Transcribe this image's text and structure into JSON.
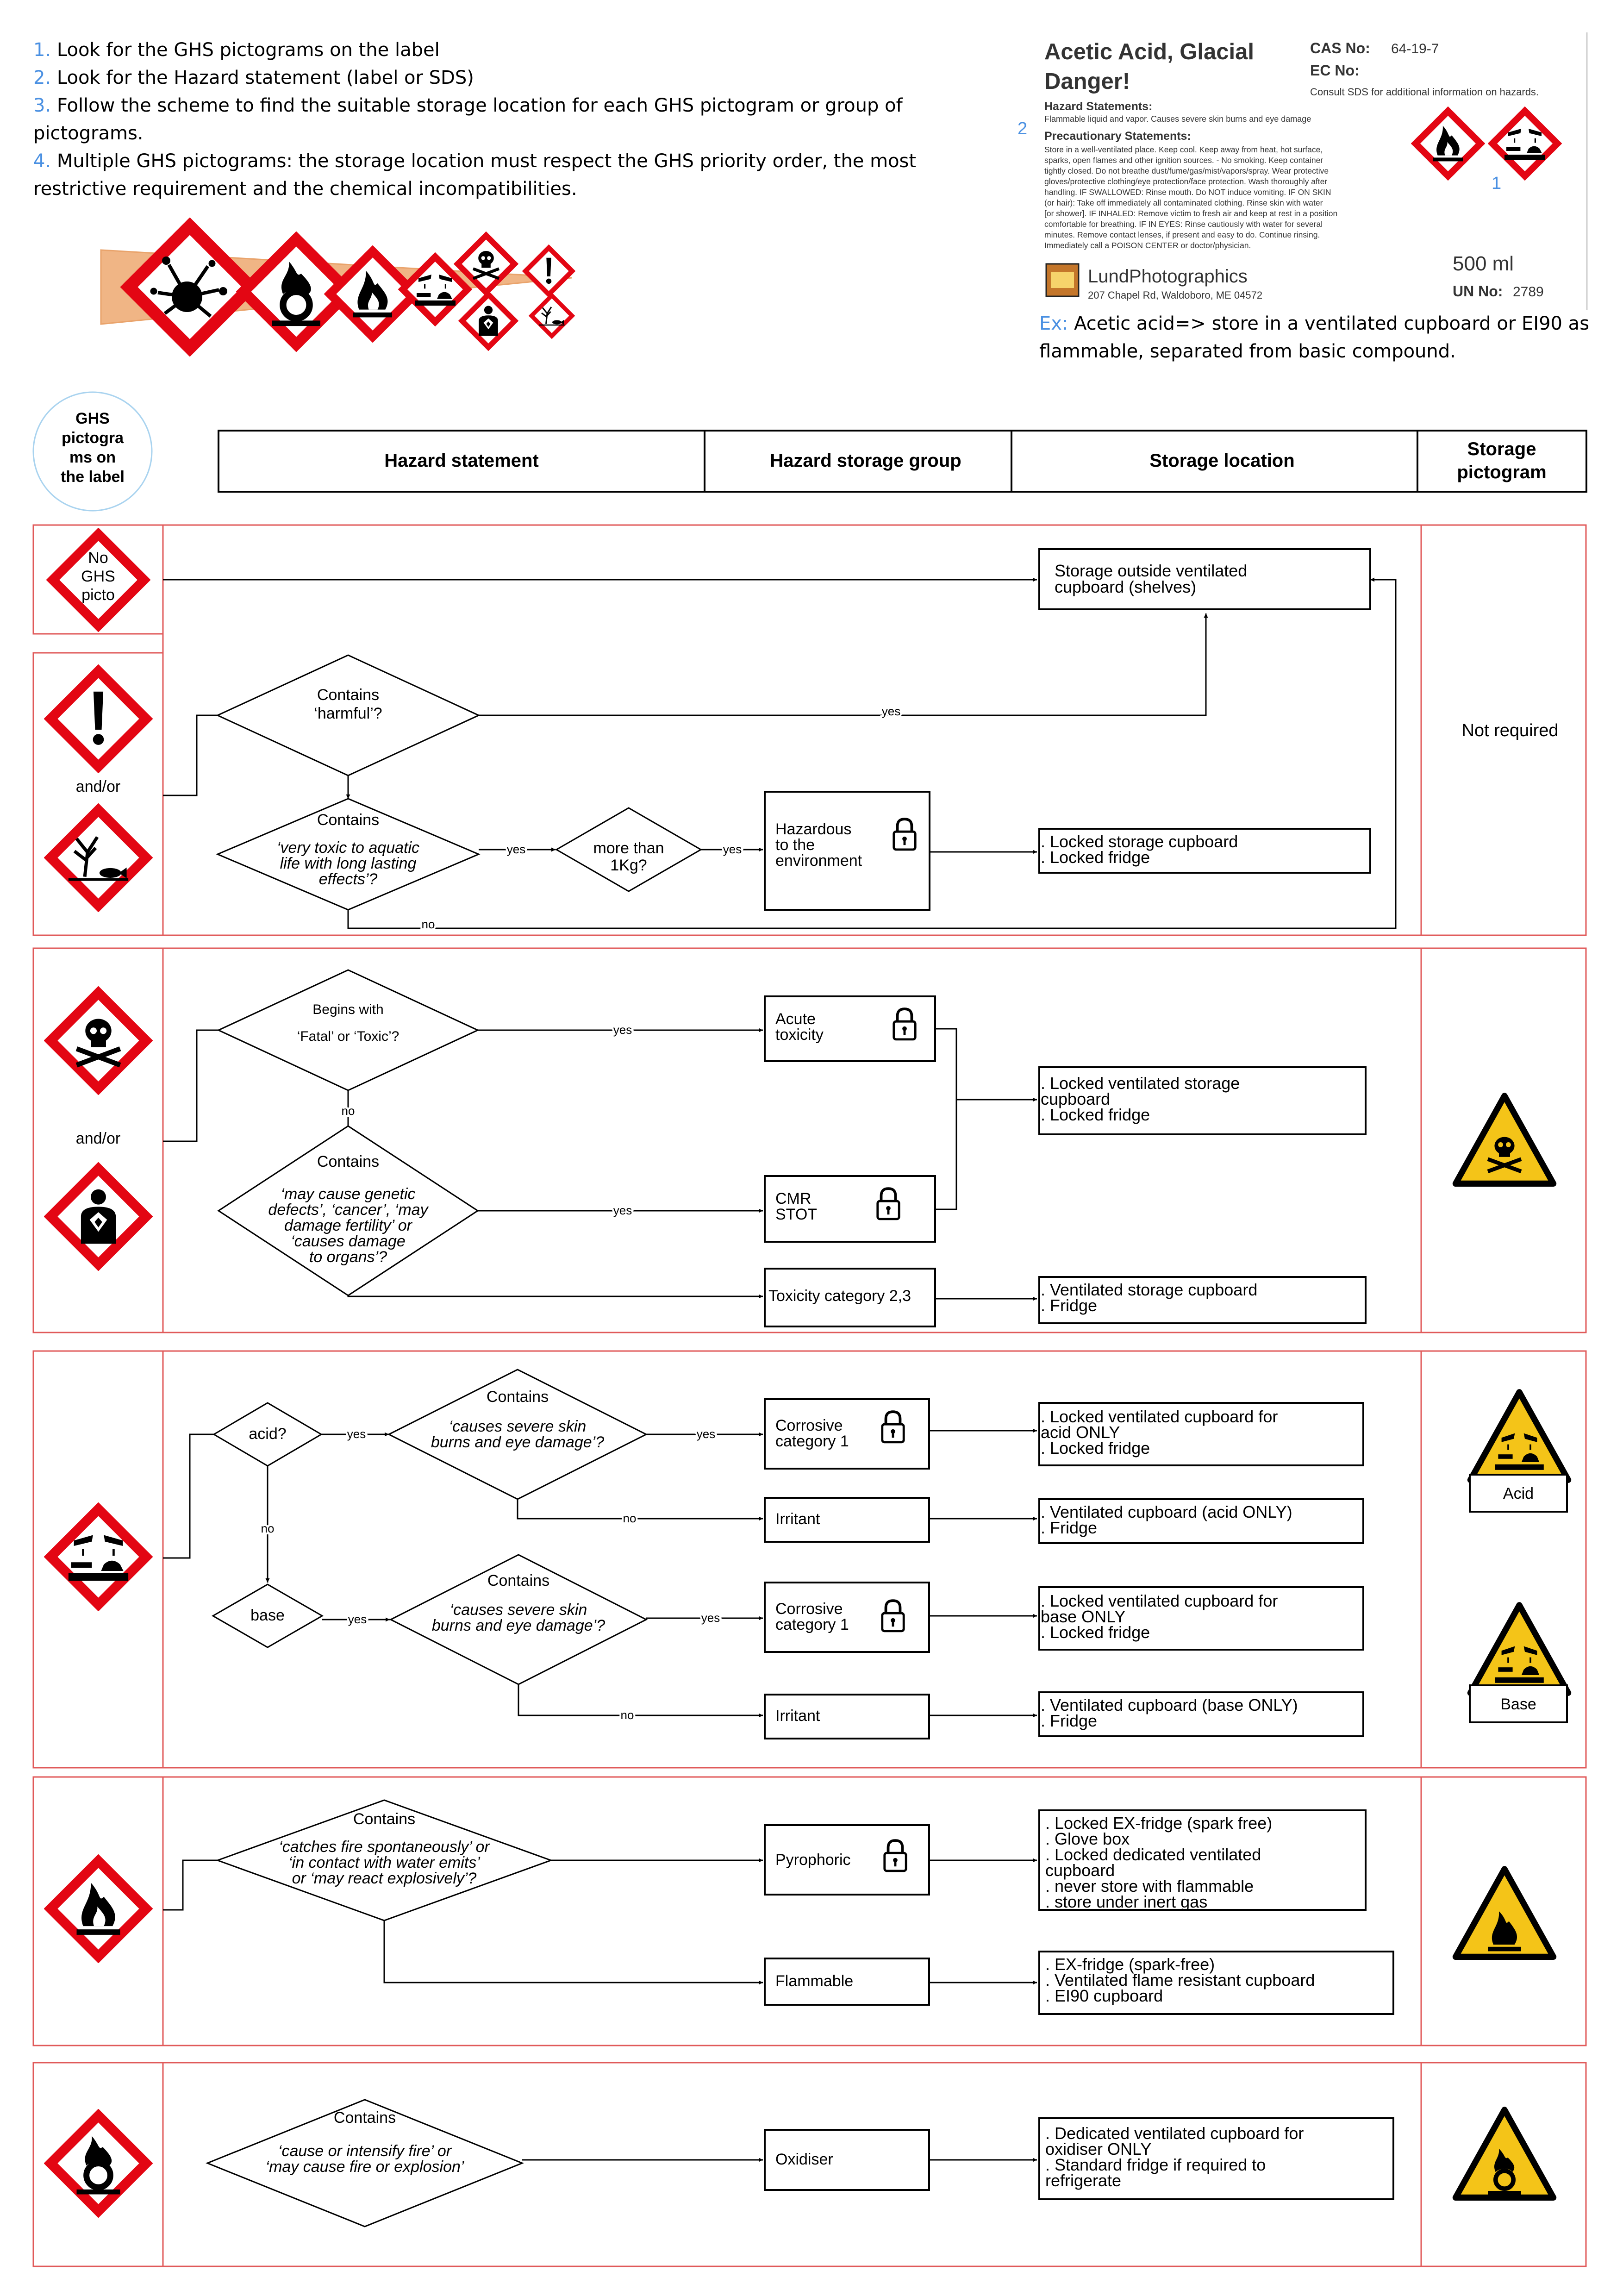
{
  "colors": {
    "ghs_red": "#e30613",
    "frame_red": "#e05a5a",
    "warn_yellow": "#f4c418",
    "blue": "#4a90e2",
    "arrow": "#e9a36b"
  },
  "instructions": [
    {
      "num": "1.",
      "text": "Look for the GHS pictograms on the label"
    },
    {
      "num": "2.",
      "text": "Look for the Hazard statement (label or SDS)"
    },
    {
      "num": "3.",
      "text": "Follow the scheme to find the suitable storage location for each GHS pictogram or group of"
    },
    {
      "num": "",
      "text": "pictograms."
    },
    {
      "num": "4.",
      "text": "Multiple GHS pictograms: the storage location must respect the GHS priority order, the most"
    },
    {
      "num": "",
      "text": "restrictive requirement and the chemical incompatibilities."
    }
  ],
  "priority_pictograms": [
    "explosive-icon",
    "oxidiser-icon",
    "flammable-icon",
    "corrosive-icon",
    "skull-icon",
    "health-hazard-icon",
    "exclamation-icon",
    "environment-icon"
  ],
  "label": {
    "product": "Acetic Acid, Glacial",
    "signal": "Danger!",
    "cas_label": "CAS No:",
    "cas_value": "64-19-7",
    "ec_label": "EC No:",
    "sds_note": "Consult SDS for additional information on hazards.",
    "hazard_heading": "Hazard Statements:",
    "hazard_text": "Flammable liquid and vapor. Causes severe skin burns and eye damage",
    "precaution_heading": "Precautionary Statements:",
    "precaution_lines": [
      "Store in a well-ventilated place. Keep cool. Keep away from heat, hot surface,",
      "sparks, open flames and other ignition sources. - No smoking. Keep container",
      "tightly closed. Do not breathe dust/fume/gas/mist/vapors/spray. Wear protective",
      "gloves/protective clothing/eye protection/face protection. Wash thoroughly after",
      "handling. IF SWALLOWED: Rinse mouth. Do NOT induce vomiting. IF ON SKIN",
      "(or hair): Take off immediately all contaminated clothing. Rinse skin with water",
      "[or shower]. IF INHALED: Remove victim to fresh air and keep at rest in a position",
      "comfortable for breathing. IF IN EYES: Rinse cautiously with water for several",
      "minutes. Remove contact lenses, if present and easy to do. Continue rinsing.",
      "Immediately call a POISON CENTER or doctor/physician."
    ],
    "marker_2": "2",
    "marker_1": "1",
    "company": "LundPhotographics",
    "address": "207 Chapel Rd, Waldoboro, ME  04572",
    "volume": "500 ml",
    "un_label": "UN No:",
    "un_value": "2789"
  },
  "example": {
    "prefix": "Ex:",
    "line1": " Acetic acid=> store in a ventilated cupboard or EI90 as",
    "line2": "flammable, separated from basic compound."
  },
  "headers": {
    "ghs": [
      "GHS",
      "pictogra",
      "ms on",
      "the label"
    ],
    "hazard_statement": "Hazard statement",
    "hazard_group": "Hazard storage group",
    "storage_location": "Storage location",
    "storage_pictogram": [
      "Storage",
      "pictogram"
    ]
  },
  "section1": {
    "no_ghs": [
      "No",
      "GHS",
      "picto"
    ],
    "shelves": [
      "Storage outside ventilated",
      "cupboard (shelves)"
    ],
    "harmful_q": [
      "Contains",
      "‘harmful’?"
    ],
    "yes": "yes",
    "no": "no",
    "and_or": "and/or",
    "aquatic_q": [
      "Contains",
      "‘very toxic to aquatic",
      "life with long lasting",
      "effects’?"
    ],
    "kg_q": [
      "more than",
      "1Kg?"
    ],
    "env_group": [
      "Hazardous",
      "to the",
      "environment"
    ],
    "env_loc": [
      ". Locked  storage cupboard",
      ". Locked fridge"
    ],
    "pictogram": "Not required"
  },
  "section2": {
    "fatal_q": [
      "Begins with",
      "‘Fatal’ or ‘Toxic’?"
    ],
    "yes": "yes",
    "no": "no",
    "and_or": "and/or",
    "acute": [
      "Acute",
      "toxicity"
    ],
    "cmr_q": [
      "Contains",
      "‘may cause genetic",
      "defects’, ‘cancer’, ‘may",
      "damage fertility’ or",
      "‘causes damage",
      "to organs’?"
    ],
    "cmr": [
      "CMR",
      "STOT"
    ],
    "locked_loc": [
      ". Locked  ventilated storage",
      "  cupboard",
      ". Locked fridge"
    ],
    "tox23": "Toxicity category 2,3",
    "tox23_loc": [
      ". Ventilated storage cupboard",
      ". Fridge"
    ]
  },
  "section3": {
    "acid_q": "acid?",
    "base_q": "base",
    "yes": "yes",
    "no": "no",
    "burn_q": [
      "Contains",
      "‘causes severe skin",
      "burns and eye damage’?"
    ],
    "corr1": [
      "Corrosive",
      "category 1"
    ],
    "irritant": "Irritant",
    "acid_locked": [
      ". Locked ventilated cupboard for",
      "  acid ONLY",
      ". Locked fridge"
    ],
    "acid_vent": [
      ". Ventilated cupboard (acid ONLY)",
      ". Fridge"
    ],
    "base_locked": [
      ". Locked ventilated cupboard for",
      "  base ONLY",
      ". Locked fridge"
    ],
    "base_vent": [
      ". Ventilated cupboard (base ONLY)",
      ". Fridge"
    ],
    "acid_label": "Acid",
    "base_label": "Base"
  },
  "section4": {
    "pyro_q": [
      "Contains",
      "‘catches fire spontaneously’ or",
      "‘in contact with water emits’",
      "or ‘may react explosively’?"
    ],
    "pyro": "Pyrophoric",
    "pyro_loc": [
      ". Locked EX-fridge (spark free)",
      ". Glove box",
      ". Locked dedicated ventilated",
      "  cupboard",
      ". never store with flammable",
      ". store under inert gas"
    ],
    "flam": "Flammable",
    "flam_loc": [
      ". EX-fridge (spark-free)",
      ". Ventilated flame resistant cupboard",
      ". EI90 cupboard"
    ]
  },
  "section5": {
    "ox_q": [
      "Contains",
      "‘cause or intensify fire’ or",
      "‘may cause fire or explosion’"
    ],
    "ox": "Oxidiser",
    "ox_loc": [
      ". Dedicated ventilated cupboard for",
      "  oxidiser ONLY",
      ". Standard fridge if required to",
      "  refrigerate"
    ]
  }
}
